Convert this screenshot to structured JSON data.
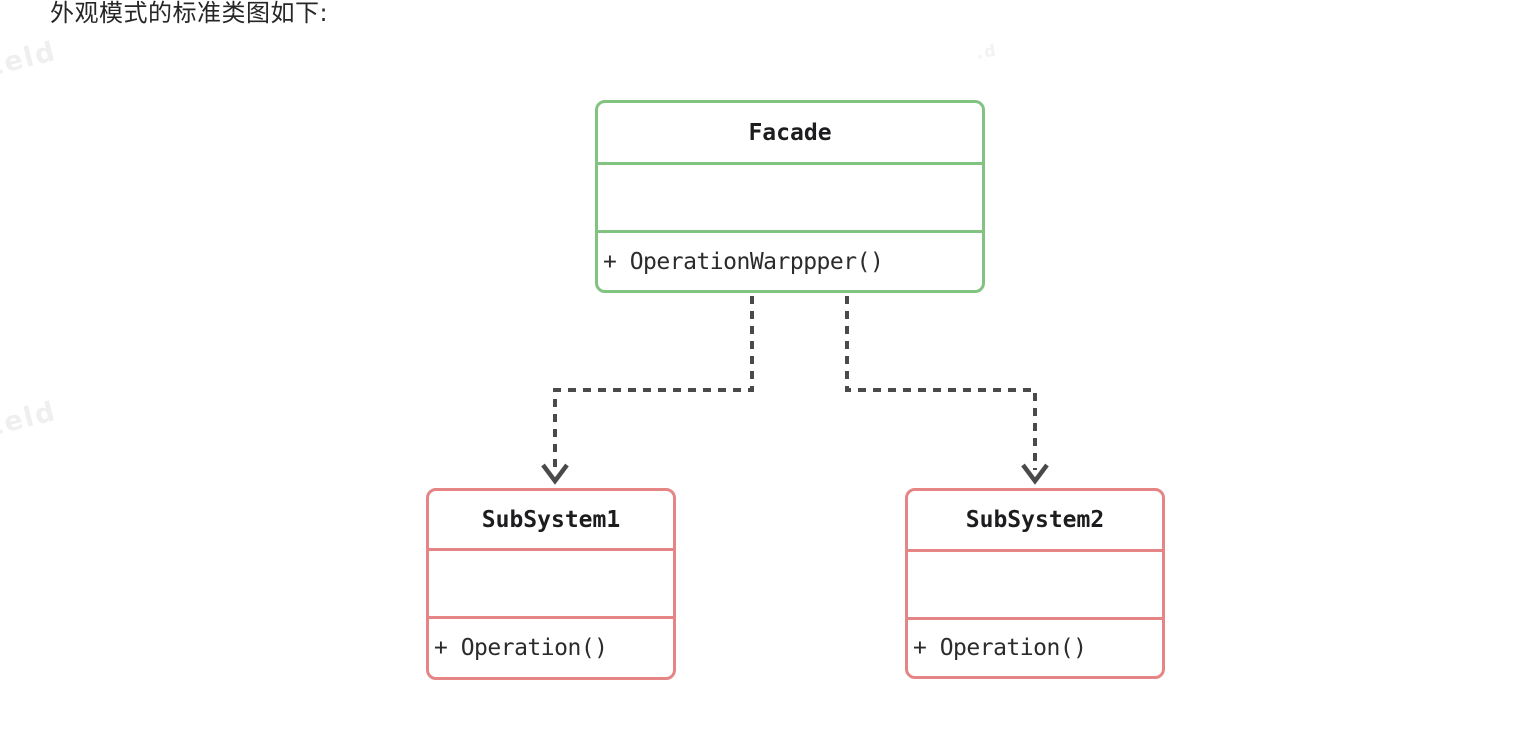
{
  "page": {
    "title": "外观模式的标准类图如下:"
  },
  "diagram": {
    "type": "uml-class-diagram",
    "pattern": "Facade",
    "classes": [
      {
        "name": "Facade",
        "attributes": "",
        "methods": "+ OperationWarppper()",
        "border_color": "#82c382"
      },
      {
        "name": "SubSystem1",
        "attributes": "",
        "methods": "+ Operation()",
        "border_color": "#e58585"
      },
      {
        "name": "SubSystem2",
        "attributes": "",
        "methods": "+ Operation()",
        "border_color": "#e58585"
      }
    ],
    "relations": [
      {
        "from": "Facade",
        "to": "SubSystem1",
        "style": "dashed-open-arrow"
      },
      {
        "from": "Facade",
        "to": "SubSystem2",
        "style": "dashed-open-arrow"
      }
    ],
    "colors": {
      "facade_border": "#82c382",
      "subsystem_border": "#e58585",
      "arrow": "#4a4a4a",
      "text": "#2b2b2b",
      "heading_text": "#262626",
      "watermark": "#efefef",
      "background": "#ffffff"
    }
  },
  "watermarks": [
    {
      "text": "celd"
    },
    {
      "text": "celd"
    },
    {
      "text": ".d"
    }
  ]
}
